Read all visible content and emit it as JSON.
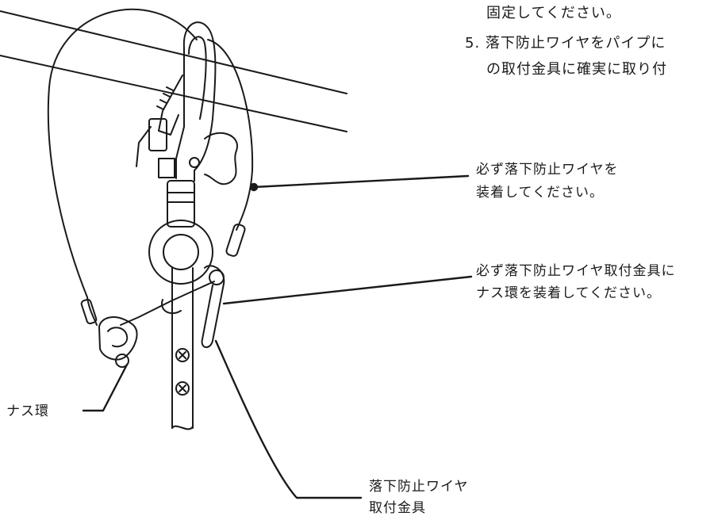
{
  "instructions": {
    "line_tail": "固定してください。",
    "step5_line1": "5. 落下防止ワイヤをパイプに",
    "step5_line2": "の取付金具に確実に取り付"
  },
  "callouts": {
    "wire": [
      "必ず落下防止ワイヤを",
      "装着してください。"
    ],
    "bracket": [
      "必ず落下防止ワイヤ取付金具に",
      "ナス環を装着してください。"
    ],
    "nasukan": "ナス環",
    "bracket_part": [
      "落下防止ワイヤ",
      "取付金具"
    ]
  },
  "colors": {
    "ink": "#1a1a1a",
    "paper": "#ffffff"
  }
}
